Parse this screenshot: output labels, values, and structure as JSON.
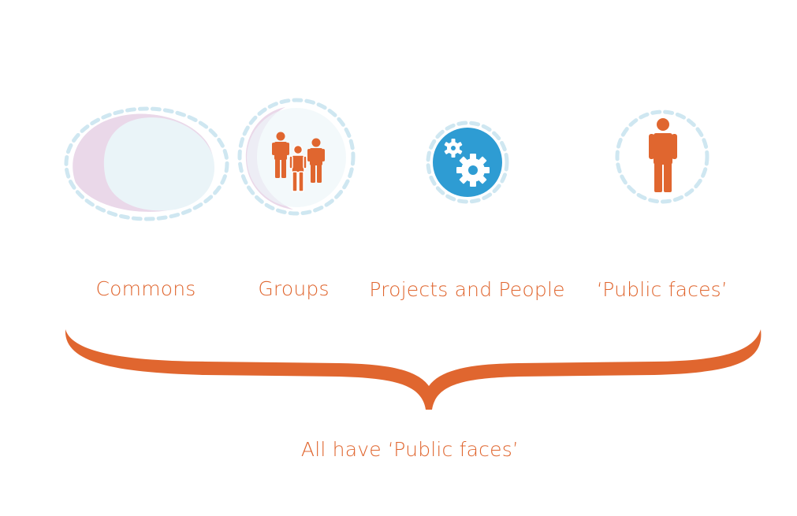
{
  "colors": {
    "accent": "#e0662f",
    "dash": "#cfe7f1",
    "gear_fill": "#2e9cd3",
    "bubble_lavender": "#ead8e9",
    "bubble_blue": "#eaf4f8"
  },
  "icons": [
    "commons-bubble-icon",
    "group-people-icon",
    "gears-icon",
    "person-icon",
    "curly-brace-icon"
  ],
  "labels": {
    "commons": "Commons",
    "groups": "Groups",
    "projects": "Projects and People",
    "public_faces": "‘Public faces’",
    "summary": "All have ‘Public faces’"
  }
}
